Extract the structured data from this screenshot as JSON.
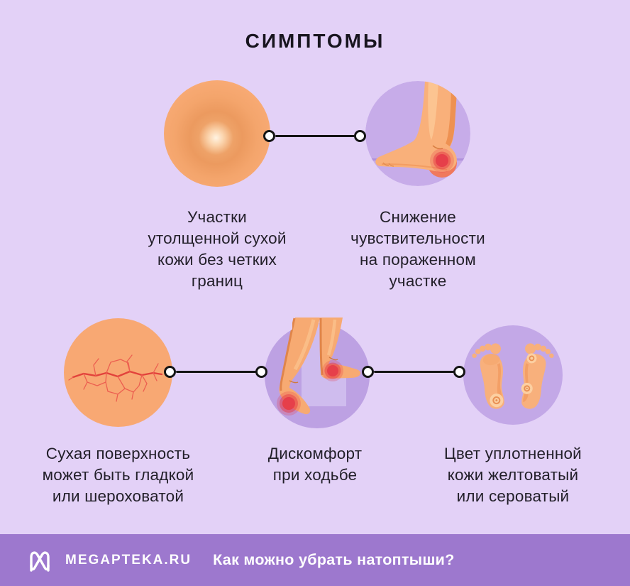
{
  "title": "СИМПТОМЫ",
  "symptoms": [
    {
      "icon": "thickened-skin-patch-icon",
      "label": "Участки\nутолщенной сухой\nкожи без четких\nграниц"
    },
    {
      "icon": "heel-sore-foot-icon",
      "label": "Снижение\nчувствительности\nна пораженном\nучастке"
    },
    {
      "icon": "cracked-dry-skin-icon",
      "label": "Сухая поверхность\nможет быть гладкой\nили шероховатой"
    },
    {
      "icon": "walking-feet-icon",
      "label": "Дискомфорт\nпри ходьбе"
    },
    {
      "icon": "foot-soles-calluses-icon",
      "label": "Цвет уплотненной\nкожи желтоватый\nили сероватый"
    }
  ],
  "footer": {
    "brand": "MEGAPTEKA.RU",
    "question": "Как можно убрать натоптыши?"
  },
  "colors": {
    "background": "#e3d1f7",
    "footer_bar": "#9d78ce",
    "orange_circle": "#f8a873",
    "purple_circle": "#c5aae8",
    "skin": "#f8b07c",
    "sore_red": "#e6404b",
    "crack_red": "#e2423b",
    "text": "#221f29",
    "footer_text": "#ffffff"
  }
}
